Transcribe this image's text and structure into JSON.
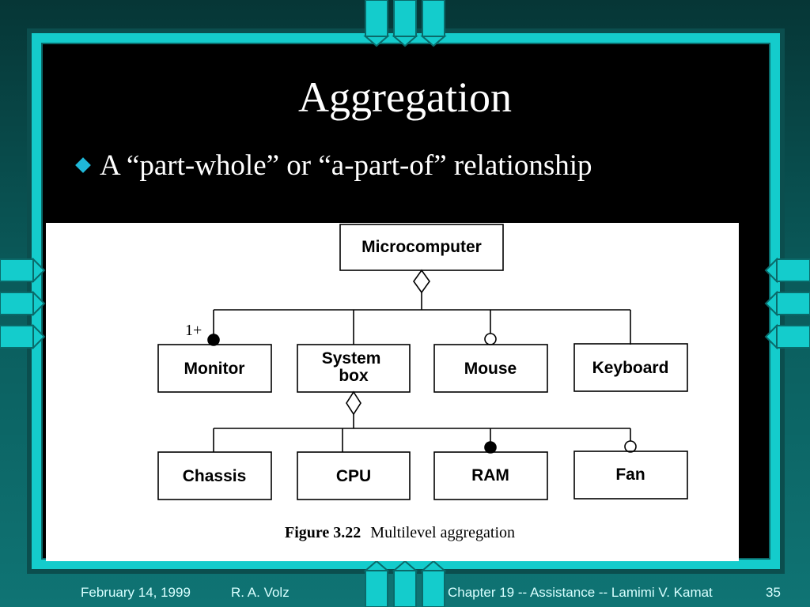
{
  "slide": {
    "title": "Aggregation",
    "bullet": "A “part-whole” or “a-part-of” relationship"
  },
  "diagram": {
    "root": "Microcomputer",
    "multiplicity": "1+",
    "level1": [
      "Monitor",
      "System box",
      "Mouse",
      "Keyboard"
    ],
    "level2": [
      "Chassis",
      "CPU",
      "RAM",
      "Fan"
    ],
    "caption_number": "Figure 3.22",
    "caption_text": "Multilevel aggregation"
  },
  "footer": {
    "date": "February 14, 1999",
    "author": "R. A. Volz",
    "chapter": "Chapter 19 -- Assistance -- Lamimi V. Kamat",
    "page": "35"
  },
  "colors": {
    "accent": "#14cccc",
    "bullet": "#1fb8d8"
  }
}
